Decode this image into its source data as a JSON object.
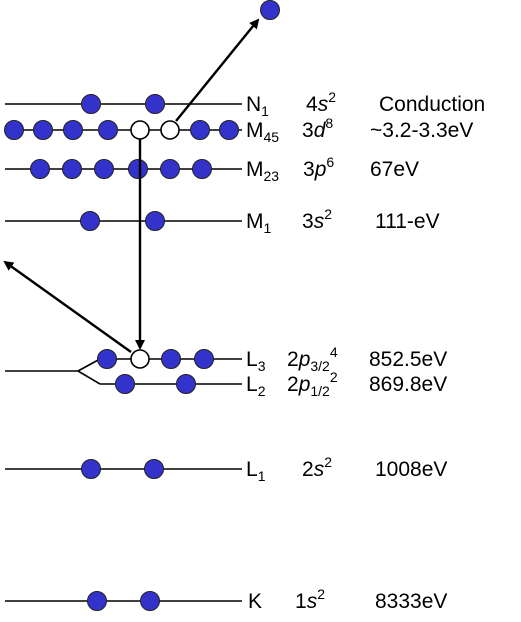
{
  "levels": [
    {
      "shell": "N",
      "sub": "1",
      "orbital_n": "4",
      "orbital_l": "s",
      "orbital_j": "",
      "occupancy": "2",
      "energy": "Conduction"
    },
    {
      "shell": "M",
      "sub": "45",
      "orbital_n": "3",
      "orbital_l": "d",
      "orbital_j": "",
      "occupancy": "8",
      "energy": "~3.2-3.3eV"
    },
    {
      "shell": "M",
      "sub": "23",
      "orbital_n": "3",
      "orbital_l": "p",
      "orbital_j": "",
      "occupancy": "6",
      "energy": "67eV"
    },
    {
      "shell": "M",
      "sub": "1",
      "orbital_n": "3",
      "orbital_l": "s",
      "orbital_j": "",
      "occupancy": "2",
      "energy": "111-eV"
    },
    {
      "shell": "L",
      "sub": "3",
      "orbital_n": "2",
      "orbital_l": "p",
      "orbital_j": "3/2",
      "occupancy": "4",
      "energy": "852.5eV"
    },
    {
      "shell": "L",
      "sub": "2",
      "orbital_n": "2",
      "orbital_l": "p",
      "orbital_j": "1/2",
      "occupancy": "2",
      "energy": "869.8eV"
    },
    {
      "shell": "L",
      "sub": "1",
      "orbital_n": "2",
      "orbital_l": "s",
      "orbital_j": "",
      "occupancy": "2",
      "energy": "1008eV"
    },
    {
      "shell": "K",
      "sub": "",
      "orbital_n": "1",
      "orbital_l": "s",
      "orbital_j": "",
      "occupancy": "2",
      "energy": "8333eV"
    }
  ],
  "colors": {
    "electron": "#3333cc",
    "line": "#000000",
    "hole": "#ffffff"
  }
}
